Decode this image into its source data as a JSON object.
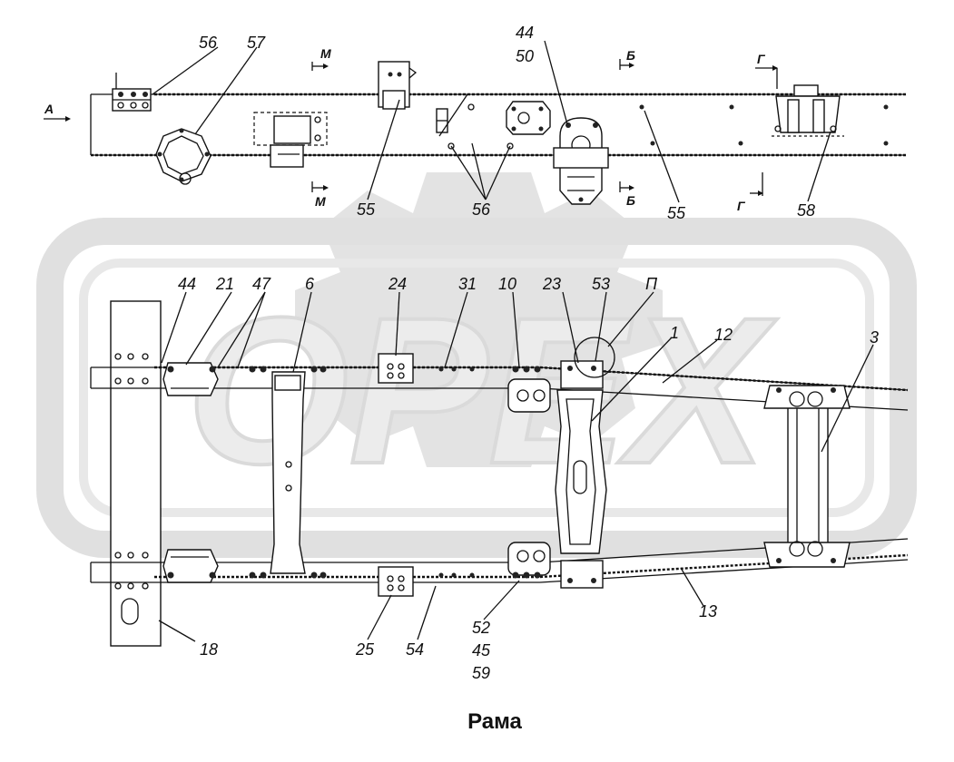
{
  "title": "Рама",
  "watermark": {
    "text": "ОРЕХ",
    "color": "#d8d8d8"
  },
  "colors": {
    "ink": "#111111",
    "background": "#ffffff",
    "watermark": "#e3e3e3"
  },
  "top_view": {
    "labels": {
      "c56a": "56",
      "c57": "57",
      "c44": "44",
      "c50": "50",
      "c55a": "55",
      "c56b": "56",
      "c55b": "55",
      "c58": "58"
    },
    "sections": {
      "a": "А",
      "m_top": "М",
      "m_bottom": "М",
      "b_top": "Б",
      "b_bottom": "Б",
      "g_top": "Г",
      "g_bottom": "Г"
    }
  },
  "plan_view": {
    "labels": {
      "c44": "44",
      "c21": "21",
      "c47": "47",
      "c6": "6",
      "c24": "24",
      "c31": "31",
      "c10": "10",
      "c23": "23",
      "c53": "53",
      "cP": "П",
      "c1": "1",
      "c12": "12",
      "c3": "3",
      "c18": "18",
      "c25": "25",
      "c54": "54",
      "c52": "52",
      "c45": "45",
      "c59": "59",
      "c13": "13"
    }
  }
}
